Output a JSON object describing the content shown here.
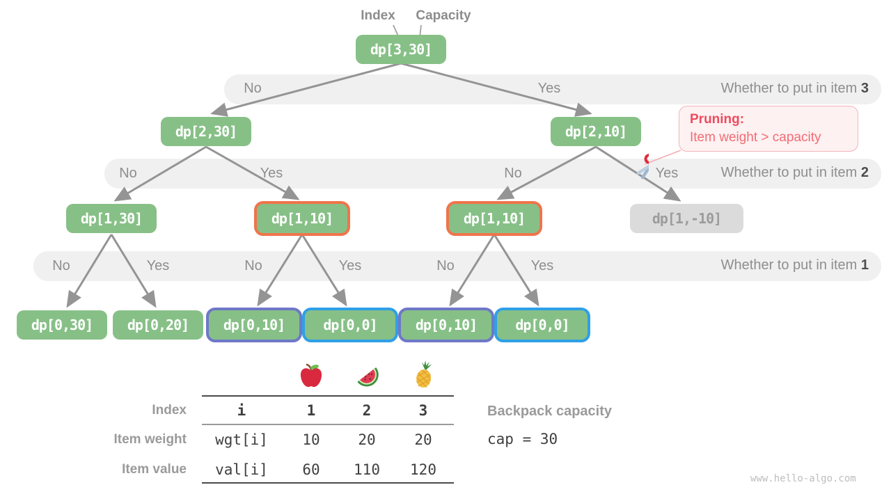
{
  "pointer_labels": {
    "index": "Index",
    "capacity": "Capacity"
  },
  "decision": {
    "no": "No",
    "yes": "Yes"
  },
  "bands": [
    {
      "question": "Whether to put in item",
      "item": "3"
    },
    {
      "question": "Whether to put in item",
      "item": "2"
    },
    {
      "question": "Whether to put in item",
      "item": "1"
    }
  ],
  "nodes": {
    "root": "dp[3,30]",
    "l2_no": "dp[2,30]",
    "l2_yes": "dp[2,10]",
    "l3_1": "dp[1,30]",
    "l3_2": "dp[1,10]",
    "l3_3": "dp[1,10]",
    "l3_4": "dp[1,-10]",
    "l4_1": "dp[0,30]",
    "l4_2": "dp[0,20]",
    "l4_3": "dp[0,10]",
    "l4_4": "dp[0,0]",
    "l4_5": "dp[0,10]",
    "l4_6": "dp[0,0]"
  },
  "pruning": {
    "title": "Pruning",
    "colon": ":",
    "body": "Item weight > capacity"
  },
  "table": {
    "row_labels": [
      "Index",
      "Item weight",
      "Item value"
    ],
    "header": {
      "var": "i",
      "cols": [
        "1",
        "2",
        "3"
      ]
    },
    "weight": {
      "var": "wgt[i]",
      "vals": [
        "10",
        "20",
        "20"
      ]
    },
    "value": {
      "var": "val[i]",
      "vals": [
        "60",
        "110",
        "120"
      ]
    },
    "fruit_icons": [
      "apple-icon",
      "watermelon-icon",
      "pineapple-icon"
    ]
  },
  "capacity": {
    "label": "Backpack capacity",
    "formula": "cap = 30"
  },
  "watermark": "www.hello-algo.com",
  "colors": {
    "node_green": "#87c087",
    "node_gray": "#dbdbdb",
    "highlight_orange": "#f0744b",
    "highlight_purple": "#6e78c8",
    "highlight_blue": "#2fa0e6",
    "band_bg": "#f0f0f0",
    "arrow_gray": "#949494",
    "pruning_red": "#ee4b5f"
  }
}
